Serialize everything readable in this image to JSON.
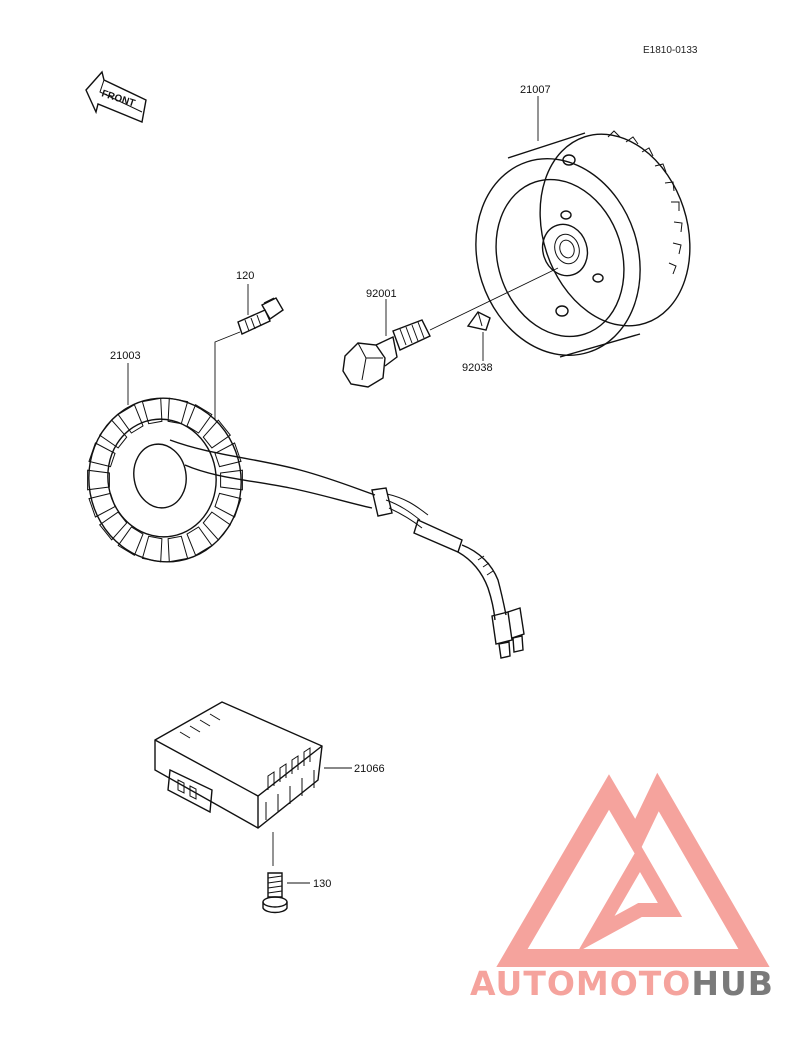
{
  "diagram": {
    "ref_code": "E1810-0133",
    "front_arrow_label": "FRONT",
    "parts": {
      "flywheel": {
        "number": "21007"
      },
      "flywheel_bolt": {
        "number": "92001"
      },
      "woodruff_key": {
        "number": "92038"
      },
      "stator_screw": {
        "number": "120"
      },
      "stator": {
        "number": "21003"
      },
      "regulator": {
        "number": "21066"
      },
      "regulator_bolt": {
        "number": "130"
      }
    }
  },
  "watermark": {
    "text_part1": "AUTOMOTO",
    "text_part2": "HUB",
    "color_primary": "#f5a39d",
    "color_secondary": "#f0bd6a",
    "color_dark": "#7a7a7a"
  }
}
